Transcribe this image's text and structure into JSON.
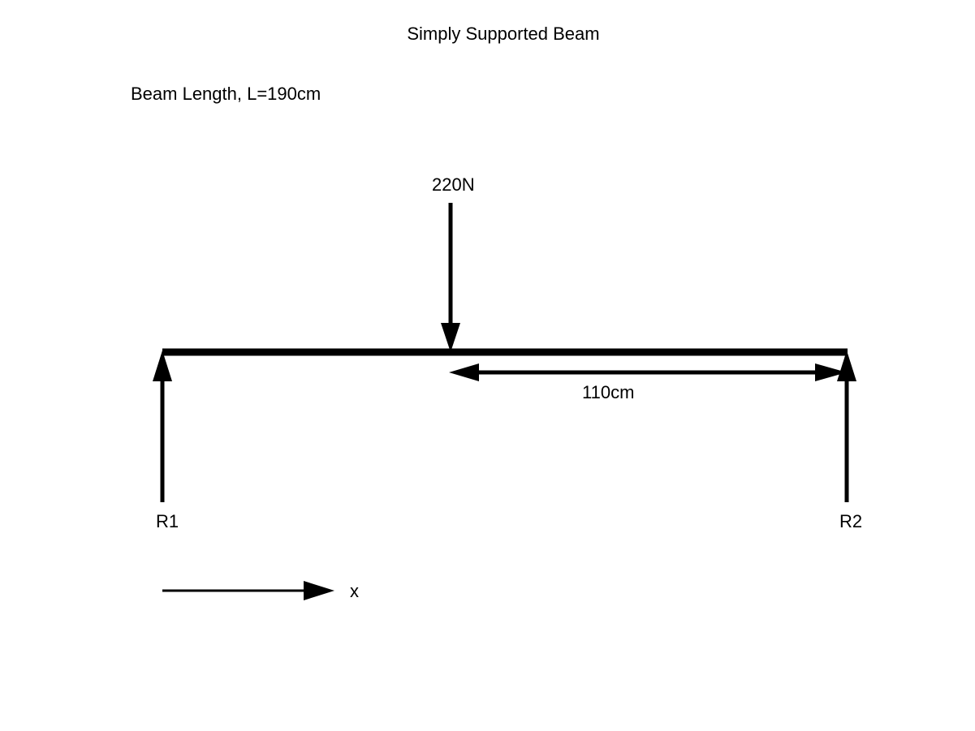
{
  "title": "Simply Supported Beam",
  "beam_length_label": "Beam Length, L=190cm",
  "load": {
    "label": "220N",
    "magnitude_n": 220
  },
  "dimension": {
    "label": "110cm",
    "value_cm": 110
  },
  "supports": {
    "left_label": "R1",
    "right_label": "R2"
  },
  "axis": {
    "label": "x"
  },
  "colors": {
    "stroke": "#000000",
    "background": "#ffffff"
  }
}
